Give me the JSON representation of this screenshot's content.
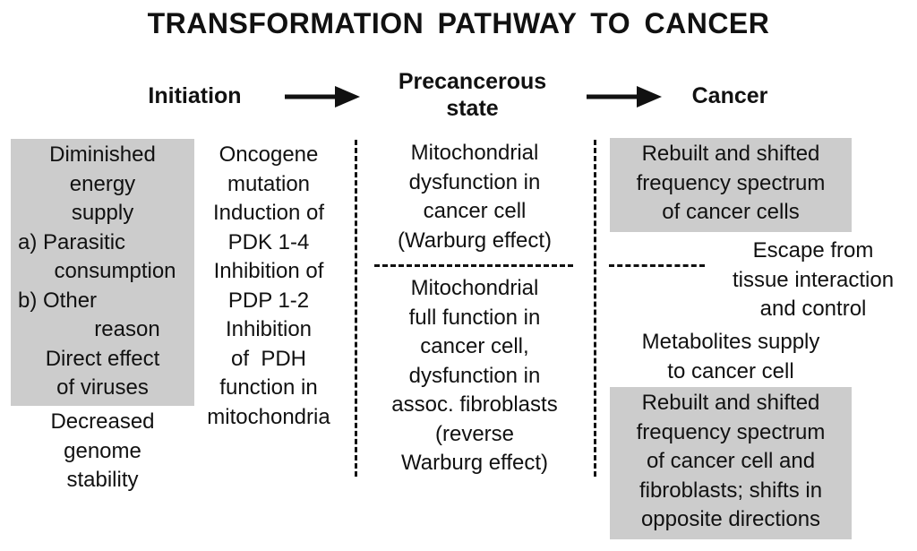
{
  "title": "TRANSFORMATION PATHWAY TO CANCER",
  "headers": {
    "initiation": "Initiation",
    "precancerous_line1": "Precancerous",
    "precancerous_line2": "state",
    "cancer": "Cancer"
  },
  "col1": {
    "box_lines": [
      "Diminished",
      "energy",
      "supply",
      "a) Parasitic",
      "consumption",
      "b) Other",
      "reason",
      "Direct effect",
      "of viruses"
    ],
    "below_lines": [
      "Decreased",
      "genome",
      "stability"
    ]
  },
  "col2": {
    "lines": [
      "Oncogene",
      "mutation",
      "Induction of",
      "PDK 1-4",
      "Inhibition of",
      "PDP 1-2",
      "Inhibition",
      "of  PDH",
      "function in",
      "mitochondria"
    ]
  },
  "col3": {
    "top_lines": [
      "Mitochondrial",
      "dysfunction in",
      "cancer cell",
      "(Warburg effect)"
    ],
    "bottom_lines": [
      "Mitochondrial",
      "full function in",
      "cancer cell,",
      "dysfunction in",
      "assoc. fibroblasts",
      "(reverse",
      "Warburg effect)"
    ]
  },
  "col4": {
    "box1_lines": [
      "Rebuilt and shifted",
      "frequency spectrum",
      "of cancer cells"
    ],
    "escape_lines": [
      "Escape from",
      "tissue interaction",
      "and control"
    ],
    "metabolites_lines": [
      "Metabolites supply",
      "to cancer cell"
    ],
    "box2_lines": [
      "Rebuilt and shifted",
      "frequency spectrum",
      "of cancer cell and",
      "fibroblasts; shifts in",
      "opposite directions"
    ]
  },
  "colors": {
    "box_gray": "#cccccc",
    "text": "#111111"
  }
}
